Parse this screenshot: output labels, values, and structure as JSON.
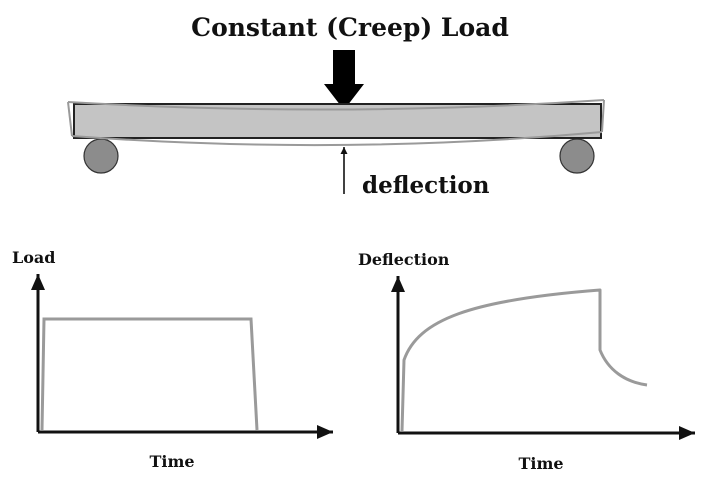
{
  "figure": {
    "title": "Constant (Creep) Load",
    "deflection_label": "deflection",
    "colors": {
      "ink": "#111111",
      "beam_fill": "#c4c4c4",
      "support_fill": "#8c8c8c",
      "curve": "#9a9a9a",
      "deformed_outline": "#9a9a9a"
    }
  },
  "load_chart": {
    "ylabel": "Load",
    "xlabel": "Time"
  },
  "deflection_chart": {
    "ylabel": "Deflection",
    "xlabel": "Time"
  }
}
